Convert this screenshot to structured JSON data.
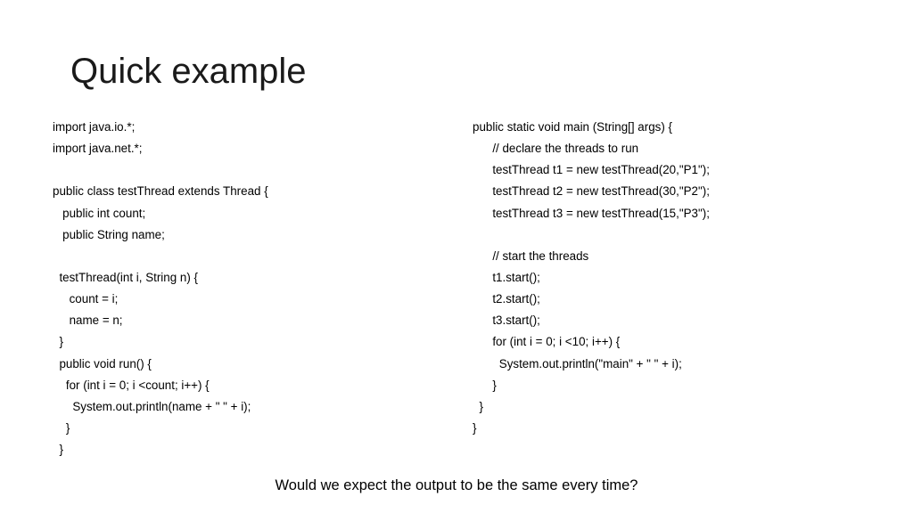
{
  "slide": {
    "title": "Quick example",
    "question": "Would we expect the output to be the same every time?"
  },
  "code": {
    "left": [
      "import java.io.*;",
      "import java.net.*;",
      "",
      "public class testThread extends Thread {",
      "   public int count;",
      "   public String name;",
      "",
      "  testThread(int i, String n) {",
      "     count = i;",
      "     name = n;",
      "  }",
      "  public void run() {",
      "    for (int i = 0; i <count; i++) {",
      "      System.out.println(name + \" \" + i);",
      "    }",
      "  }"
    ],
    "right": [
      "public static void main (String[] args) {",
      "      // declare the threads to run",
      "      testThread t1 = new testThread(20,\"P1\");",
      "      testThread t2 = new testThread(30,\"P2\");",
      "      testThread t3 = new testThread(15,\"P3\");",
      "",
      "      // start the threads",
      "      t1.start();",
      "      t2.start();",
      "      t3.start();",
      "      for (int i = 0; i <10; i++) {",
      "        System.out.println(\"main\" + \" \" + i);",
      "      }",
      "  }",
      "}"
    ]
  }
}
